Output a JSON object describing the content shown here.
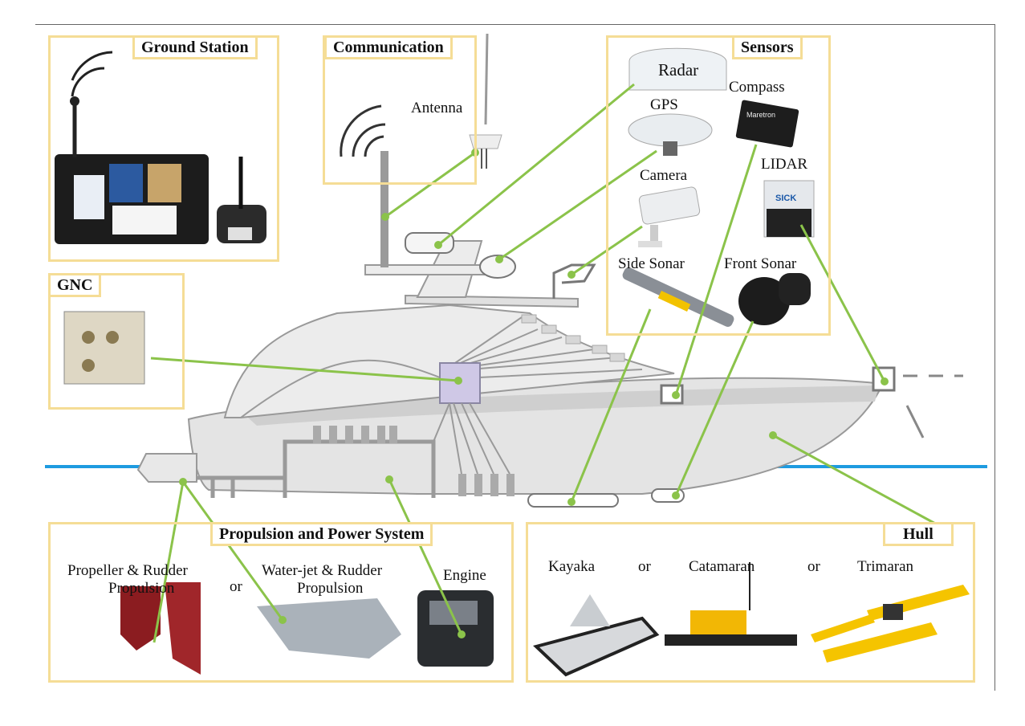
{
  "sections": {
    "ground_station": "Ground Station",
    "communication": "Communication",
    "sensors": "Sensors",
    "gnc": "GNC",
    "propulsion": "Propulsion and Power System",
    "hull": "Hull"
  },
  "labels": {
    "antenna": "Antenna",
    "radar": "Radar",
    "gps": "GPS",
    "compass": "Compass",
    "camera": "Camera",
    "lidar": "LIDAR",
    "side_sonar": "Side Sonar",
    "front_sonar": "Front Sonar",
    "propeller_line1": "Propeller & Rudder",
    "propeller_line2": "Propulsion",
    "or_prop": "or",
    "waterjet_line1": "Water-jet & Rudder",
    "waterjet_line2": "Propulsion",
    "engine": "Engine",
    "kayaka": "Kayaka",
    "or_1": "or",
    "catamaran": "Catamaran",
    "or_2": "or",
    "trimaran": "Trimaran",
    "lidar_brand": "SICK",
    "compass_brand": "Maretron"
  },
  "colors": {
    "box_border": "#f5dd96",
    "connector": "#8bc34a",
    "waterline": "#1e9be0",
    "hull": "#dcdcdc",
    "wiring": "#9a9a9a",
    "gnc_unit": "#cfc8e6"
  }
}
